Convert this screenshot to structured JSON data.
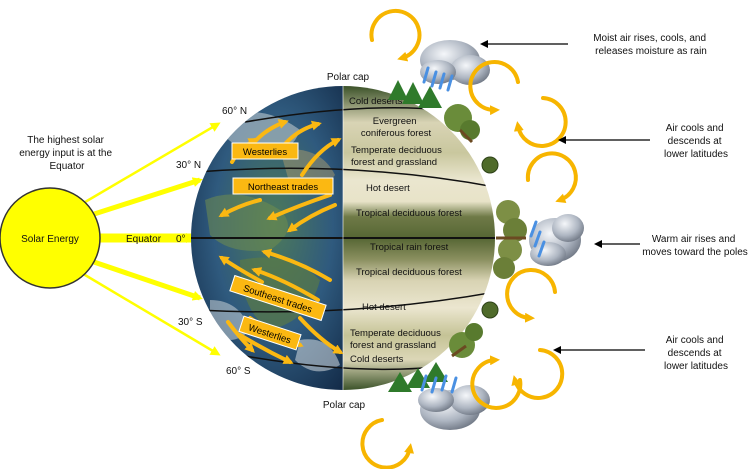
{
  "sun": {
    "label": "Solar Energy",
    "note_lines": [
      "The highest solar",
      "energy input is at the",
      "Equator"
    ]
  },
  "latitudes": {
    "n60": "60° N",
    "n30": "30° N",
    "equator": "Equator",
    "zero": "0°",
    "s30": "30° S",
    "s60": "60° S"
  },
  "polar_cap": {
    "north": "Polar cap",
    "south": "Polar cap"
  },
  "winds": {
    "westerlies_north": "Westerlies",
    "northeast_trades": "Northeast trades",
    "southeast_trades": "Southeast trades",
    "westerlies_south": "Westerlies"
  },
  "biomes": {
    "cold_deserts_north": "Cold deserts",
    "evergreen_lines": [
      "Evergreen",
      "coniferous forest"
    ],
    "temperate_north_lines": [
      "Temperate deciduous",
      "forest and grassland"
    ],
    "hot_desert_north": "Hot desert",
    "tropical_deciduous_north": "Tropical deciduous forest",
    "tropical_rain": "Tropical rain forest",
    "tropical_deciduous_south": "Tropical deciduous forest",
    "hot_desert_south": "Hot desert",
    "temperate_south_lines": [
      "Temperate deciduous",
      "forest and grassland"
    ],
    "cold_deserts_south": "Cold deserts"
  },
  "annotations": {
    "moist": [
      "Moist air rises, cools, and",
      "releases moisture as rain"
    ],
    "cools_north": [
      "Air cools and",
      "descends at",
      "lower latitudes"
    ],
    "warm": [
      "Warm air rises and",
      "moves toward the poles"
    ],
    "cools_south": [
      "Air cools and",
      "descends at",
      "lower latitudes"
    ]
  },
  "colors": {
    "sun": "#ffff00",
    "sun_stroke": "#333333",
    "ray": "#ffff00",
    "wind_arrow": "#fbb812",
    "cell_arrow": "#f7b500",
    "label_box": "#fbb812",
    "ocean": "#2b4f7a",
    "biome_light": "#eee9cf",
    "biome_dark": "#6f7a47"
  }
}
